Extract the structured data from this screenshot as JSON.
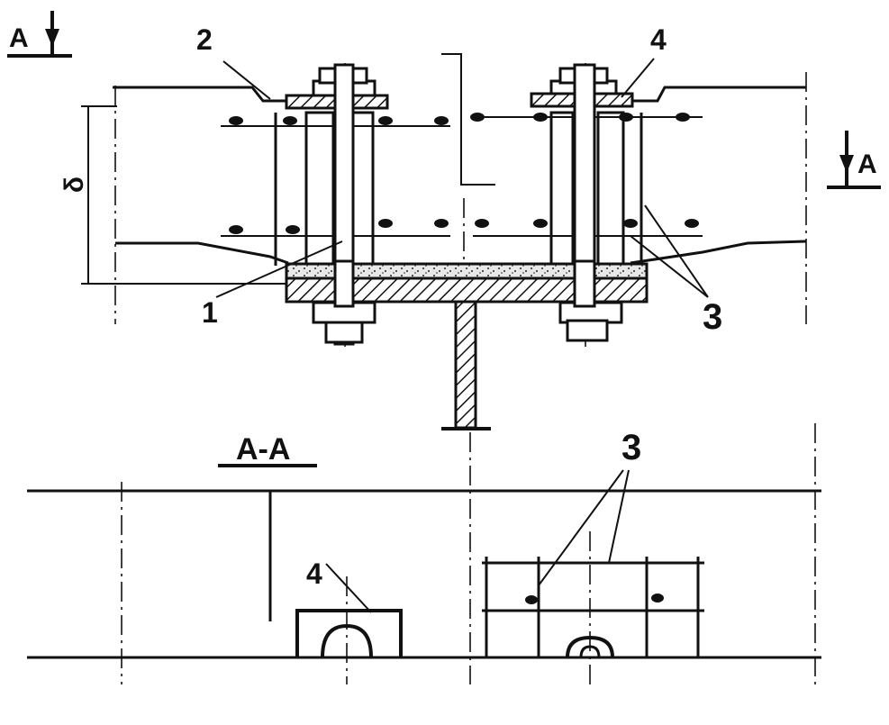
{
  "section_marks": {
    "top_left": "A",
    "right": "A",
    "section_title": "A-A"
  },
  "dimension_label": "δ",
  "callouts": {
    "item1": "1",
    "item2": "2",
    "item3_top": "3",
    "item4_top": "4",
    "item3_bottom": "3",
    "item4_bottom": "4"
  }
}
